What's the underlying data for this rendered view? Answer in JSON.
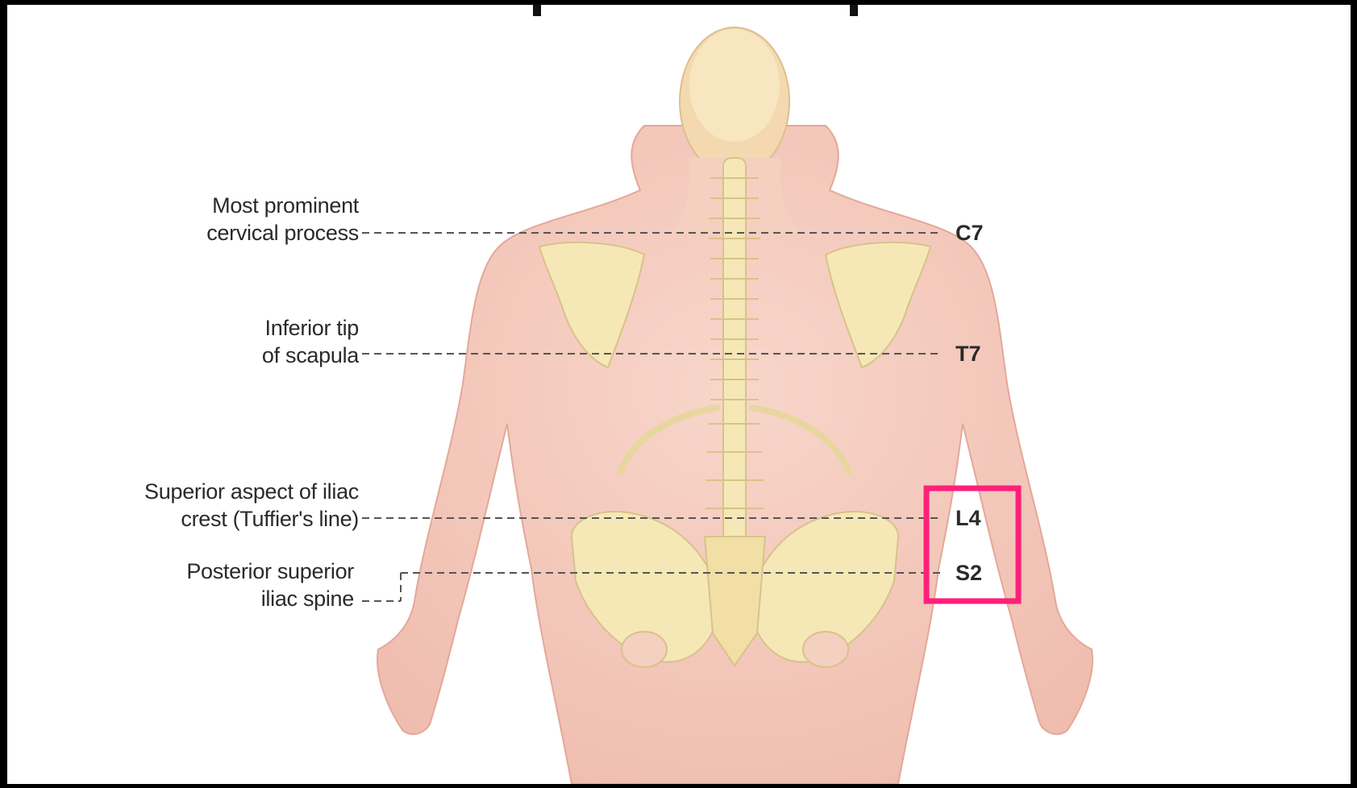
{
  "landmarks": [
    {
      "line1": "Most prominent",
      "line2": "cervical process",
      "level": "C7"
    },
    {
      "line1": "Inferior tip",
      "line2": "of scapula",
      "level": "T7"
    },
    {
      "line1": "Superior aspect of iliac",
      "line2": "crest (Tuffier's line)",
      "level": "L4"
    },
    {
      "line1": "Posterior superior",
      "line2": "iliac spine",
      "level": "S2"
    }
  ],
  "highlight": {
    "color": "#ff1f7a",
    "levels": [
      "L4",
      "S2"
    ]
  },
  "colors": {
    "skin": "#f6cfc2",
    "skin_edge": "#e9b2a3",
    "bone": "#f6e8b6",
    "bone_edge": "#d8c28a",
    "line": "#555555"
  }
}
